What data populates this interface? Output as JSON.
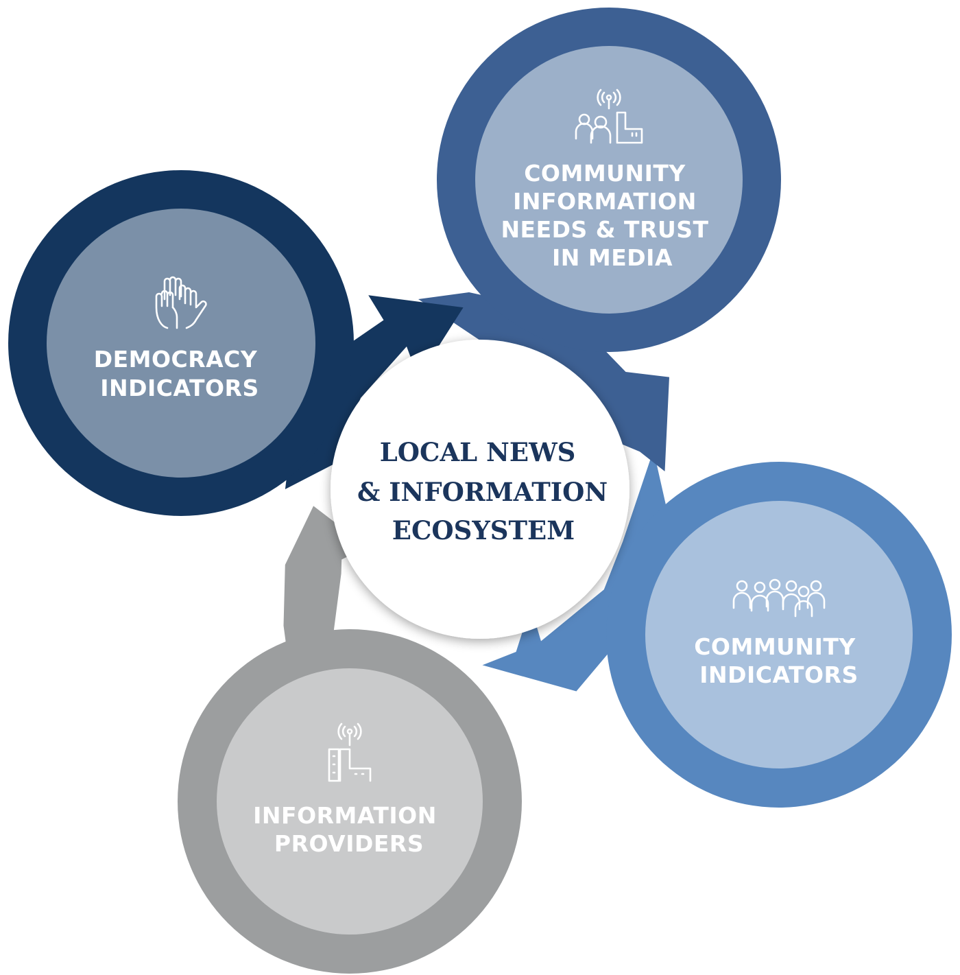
{
  "center": {
    "lines": [
      "LOCAL NEWS",
      "& INFORMATION",
      "ECOSYSTEM"
    ]
  },
  "nodes": [
    {
      "id": "democracy-indicators",
      "lines": [
        "DEMOCRACY",
        "INDICATORS"
      ],
      "icon": "raised-hands-icon",
      "ring_color": "#14365e",
      "fill_color": "#7b90a8"
    },
    {
      "id": "community-information-needs",
      "lines": [
        "COMMUNITY",
        "INFORMATION",
        "NEEDS & TRUST",
        "IN MEDIA"
      ],
      "icon": "people-broadcast-icon",
      "ring_color": "#3d6093",
      "fill_color": "#9cb0c9"
    },
    {
      "id": "community-indicators",
      "lines": [
        "COMMUNITY",
        "INDICATORS"
      ],
      "icon": "crowd-icon",
      "ring_color": "#5787bf",
      "fill_color": "#a9c1dd"
    },
    {
      "id": "information-providers",
      "lines": [
        "INFORMATION",
        "PROVIDERS"
      ],
      "icon": "broadcast-building-icon",
      "ring_color": "#9c9e9f",
      "fill_color": "#c9cacb"
    }
  ]
}
